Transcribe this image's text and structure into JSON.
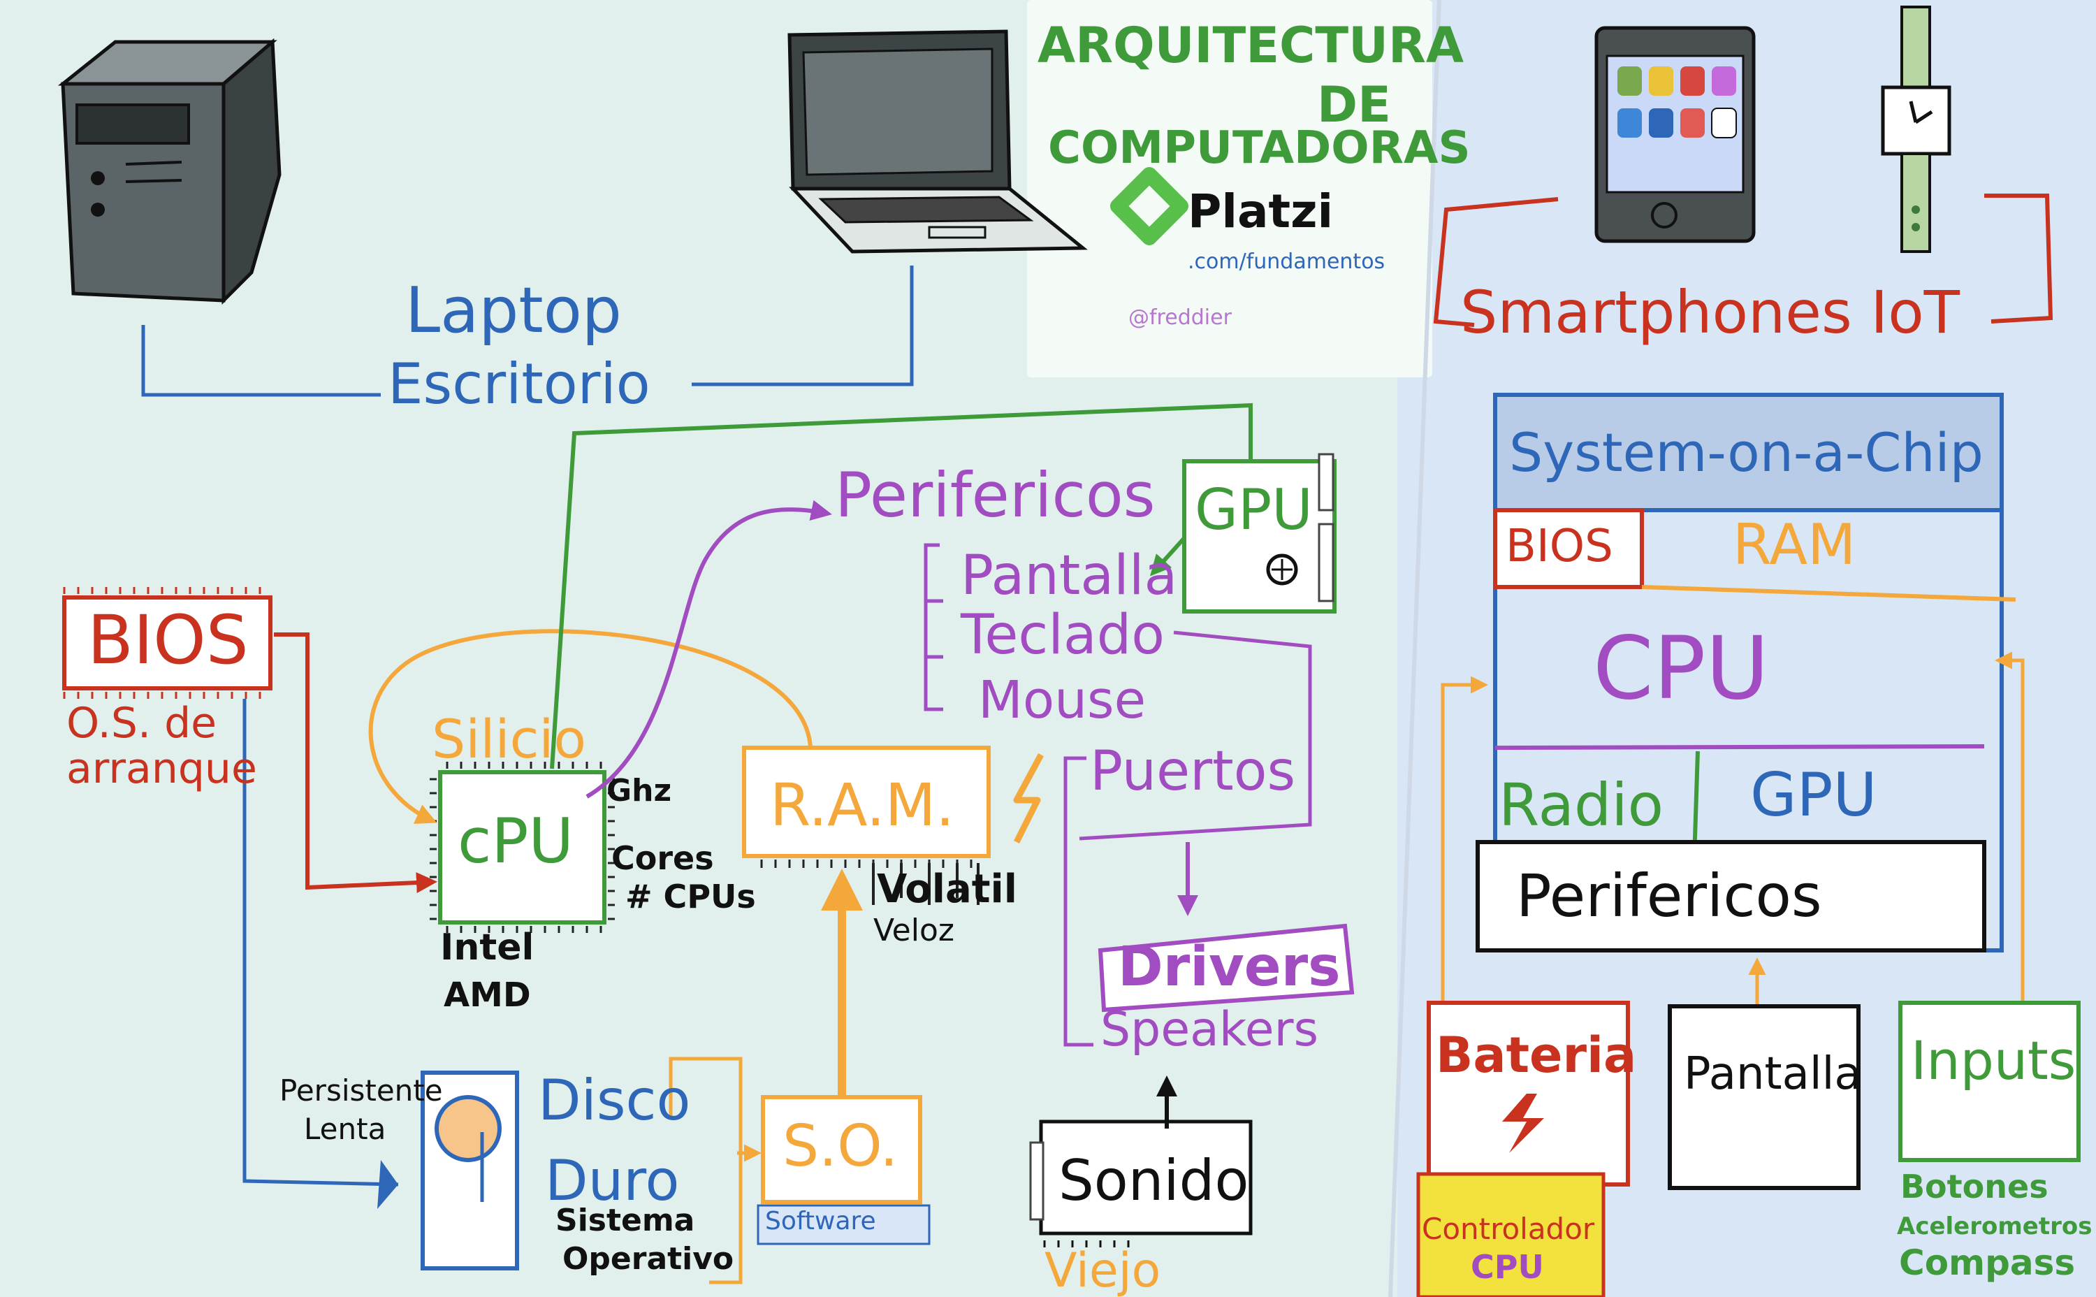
{
  "title": {
    "line1": "ARQUITECTURA",
    "line2": "DE",
    "line3": "COMPUTADORAS"
  },
  "brand": {
    "name": "Platzi",
    "url": ".com/fundamentos",
    "handle": "@freddier"
  },
  "left": {
    "device_labels": {
      "laptop": "Laptop",
      "desktop": "Escritorio"
    },
    "bios": {
      "label": "BIOS",
      "note1": "O.S. de",
      "note2": "arranque"
    },
    "cpu": {
      "label": "cPU",
      "material": "Silicio",
      "ghz": "Ghz",
      "cores": "Cores",
      "num_cpus": "# CPUs",
      "brand1": "Intel",
      "brand2": "AMD"
    },
    "ram": {
      "label": "R.A.M.",
      "volatil": "Volatil",
      "veloz": "Veloz"
    },
    "gpu": {
      "label": "GPU"
    },
    "perifericos": {
      "title": "Perifericos",
      "items": [
        "Pantalla",
        "Teclado",
        "Mouse"
      ],
      "puertos": "Puertos",
      "drivers": "Drivers",
      "speakers": "Speakers"
    },
    "sonido": {
      "label": "Sonido",
      "viejo": "Viejo"
    },
    "disco": {
      "label1": "Disco",
      "label2": "Duro",
      "persistente": "Persistente",
      "lenta": "Lenta",
      "sistema": "Sistema",
      "operativo": "Operativo"
    },
    "so": {
      "label": "S.O.",
      "software": "Software"
    }
  },
  "right": {
    "header": "Smartphones IoT",
    "soc": {
      "title": "System-on-a-Chip",
      "bios": "BIOS",
      "ram": "RAM",
      "cpu": "CPU",
      "radio": "Radio",
      "gpu": "GPU",
      "perifericos": "Perifericos"
    },
    "bateria": {
      "label": "Bateria",
      "controlador": "Controlador",
      "cpu": "CPU"
    },
    "pantalla": "Pantalla",
    "inputs": {
      "label": "Inputs",
      "items": [
        "Botones",
        "Acelerometros",
        "Compass"
      ]
    }
  },
  "colors": {
    "green": "#3f9a3a",
    "blue": "#2e66b8",
    "red": "#c8321f",
    "orange": "#f4a73a",
    "purple": "#a24cc2",
    "yellow": "#f3e13d"
  }
}
